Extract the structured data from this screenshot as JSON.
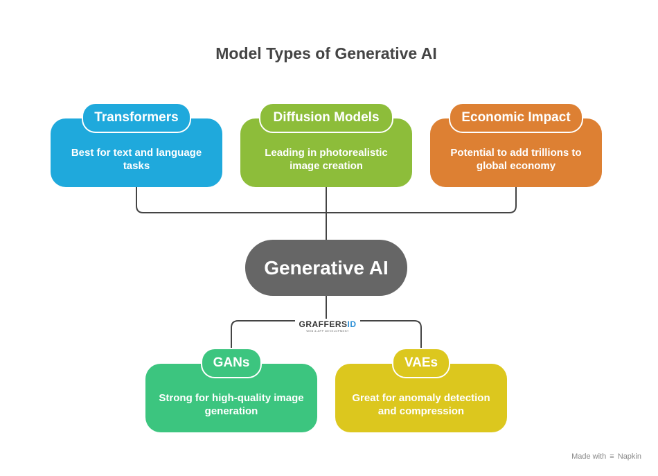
{
  "title": "Model Types of Generative AI",
  "center": {
    "label": "Generative AI",
    "color": "#666666"
  },
  "top_nodes": [
    {
      "label": "Transformers",
      "description": "Best for text and language tasks",
      "color": "#1fa9dc"
    },
    {
      "label": "Diffusion Models",
      "description": "Leading in photorealistic image creation",
      "color": "#8dbd3a"
    },
    {
      "label": "Economic Impact",
      "description": "Potential to add trillions to global economy",
      "color": "#dd8033"
    }
  ],
  "bottom_nodes": [
    {
      "label": "GANs",
      "description": "Strong for high-quality image generation",
      "color": "#3cc57f"
    },
    {
      "label": "VAEs",
      "description": "Great for anomaly detection and compression",
      "color": "#dcc71e"
    }
  ],
  "watermark": {
    "brand_main": "GRAFFERS",
    "brand_accent": "ID",
    "tagline": "WEB & APP DEVELOPMENT"
  },
  "footer": {
    "prefix": "Made with",
    "brand": "Napkin",
    "icon": "napkin-icon"
  }
}
